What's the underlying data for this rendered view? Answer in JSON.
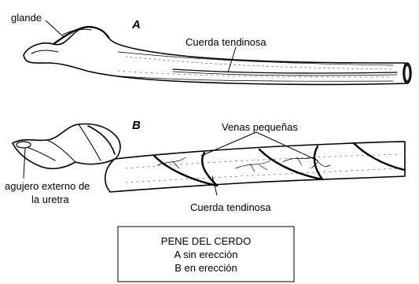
{
  "figures": [
    {
      "letter": "A",
      "labels": {
        "glans": "glande",
        "tendon": "Cuerda tendinosa"
      }
    },
    {
      "letter": "B",
      "labels": {
        "veins": "Venas pequeñas",
        "urethra_line1": "agujero externo de",
        "urethra_line2": "la uretra",
        "tendon": "Cuerda tendinosa"
      }
    }
  ],
  "caption": {
    "title": "PENE DEL CERDO",
    "line1": "A sin erección",
    "line2": "B  en erección"
  }
}
